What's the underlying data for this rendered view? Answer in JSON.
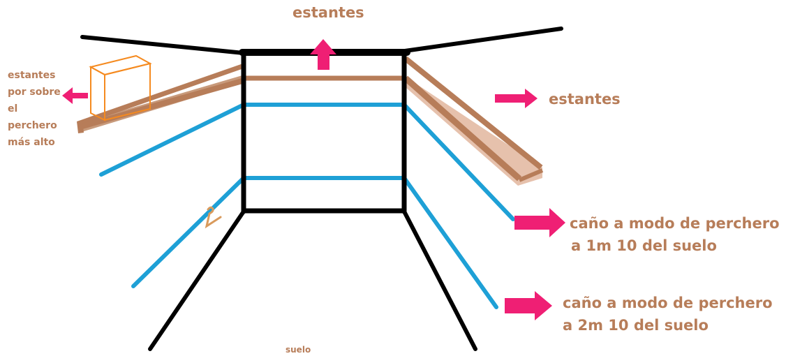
{
  "labels": {
    "top_shelf": "estantes",
    "right_shelf": "estantes",
    "left_shelf_lines": [
      "estantes",
      "por sobre",
      "el",
      "perchero",
      "más alto"
    ],
    "rail_1_lines": [
      "caño a modo de perchero",
      "a 1m 10 del suelo"
    ],
    "rail_2_lines": [
      "caño a modo de perchero",
      "a 2m 10 del suelo"
    ],
    "floor": "suelo"
  },
  "colors": {
    "walls": "#000000",
    "shelf": "#b77d59",
    "shelf_light": "#e2b8a0",
    "rails": "#1ea0d6",
    "arrows": "#ef1f74",
    "box": "#f58a1f",
    "hanger": "#d99a5c",
    "text": "#b77d59"
  },
  "icons": {
    "arrow": "pink-arrow-icon",
    "box": "storage-box-icon",
    "hanger": "clothes-hanger-icon"
  }
}
